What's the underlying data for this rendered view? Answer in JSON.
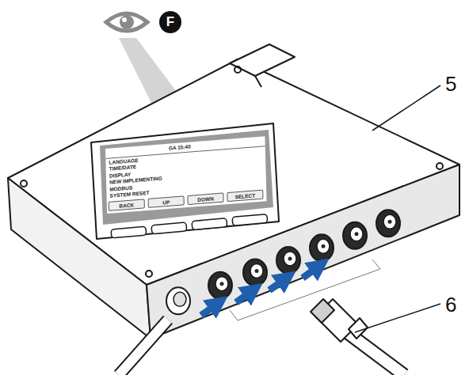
{
  "diagram": {
    "nodes": [
      {
        "text": [
          "F"
        ]
      },
      {
        "text": [
          "GA 15:40",
          "LANGUAGE",
          "TIME/DATE",
          "DISPLAY",
          "NEW IMPLEMENTING",
          "MODBUS",
          "SYSTEM RESET"
        ]
      },
      {
        "text": [
          "BACK"
        ],
        "in": 1
      },
      {
        "text": [
          "UP"
        ],
        "in": 1
      },
      {
        "text": [
          "DOWN"
        ],
        "in": 1
      },
      {
        "text": [
          "SELECT"
        ],
        "in": 1
      }
    ],
    "labels": [
      "5",
      "6"
    ]
  }
}
